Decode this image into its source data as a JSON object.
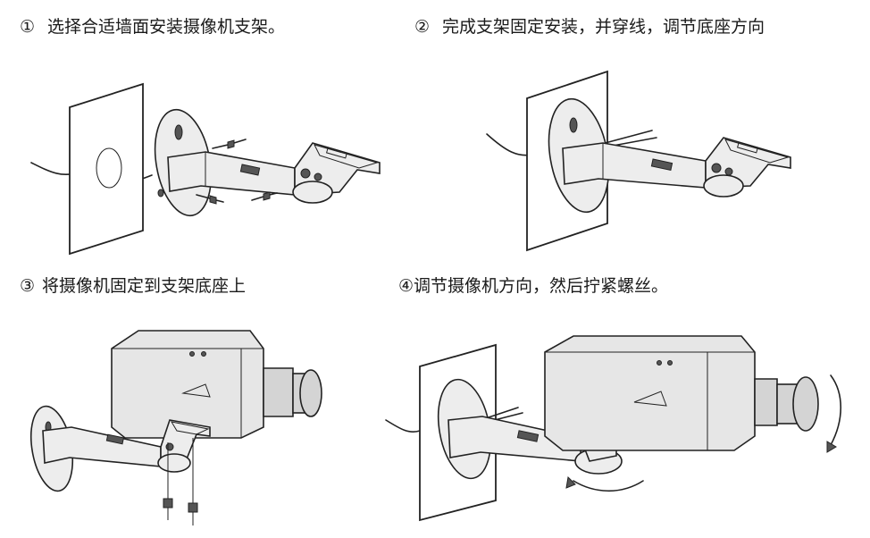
{
  "steps": [
    {
      "num": "①",
      "text": "选择合适墙面安装摄像机支架。"
    },
    {
      "num": "②",
      "text": "完成支架固定安装，并穿线，调节底座方向"
    },
    {
      "num": "③",
      "text": "将摄像机固定到支架底座上"
    },
    {
      "num": "④",
      "text": "调节摄像机方向，然后拧紧螺丝。"
    }
  ],
  "illustrations": [
    {
      "icon": "wall-bracket-mounting-icon"
    },
    {
      "icon": "bracket-fixed-with-cable-icon"
    },
    {
      "icon": "camera-attach-to-bracket-icon"
    },
    {
      "icon": "camera-direction-adjust-icon"
    }
  ]
}
